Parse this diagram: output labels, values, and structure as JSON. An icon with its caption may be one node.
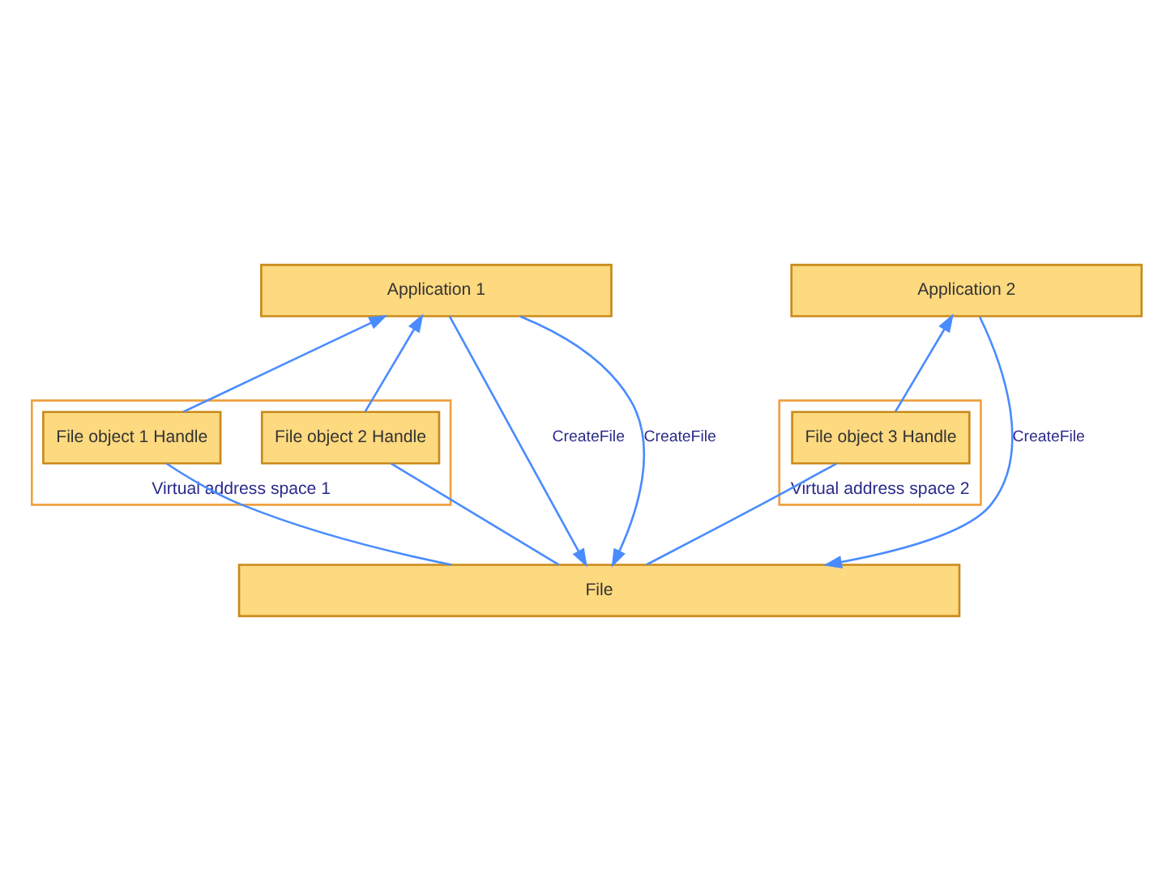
{
  "diagram": {
    "nodes": [
      {
        "text": [
          "Application 1"
        ]
      },
      {
        "text": [
          "Application 2"
        ]
      },
      {
        "text": [
          "Virtual address space 1"
        ]
      },
      {
        "text": [
          "File object 1 Handle"
        ],
        "in": 2
      },
      {
        "text": [
          "File object 2 Handle"
        ],
        "in": 2
      },
      {
        "text": [
          "Virtual address space 2"
        ]
      },
      {
        "text": [
          "File object 3 Handle"
        ],
        "in": 5
      },
      {
        "text": [
          "File"
        ]
      }
    ],
    "edges": [
      {
        "from": 0,
        "to": 7,
        "arrow": "to",
        "label": "CreateFile"
      },
      {
        "from": 7,
        "to": 3,
        "arrow": "none"
      },
      {
        "from": 3,
        "to": 0,
        "arrow": "to"
      },
      {
        "from": 0,
        "to": 7,
        "arrow": "to",
        "label": "CreateFile"
      },
      {
        "from": 7,
        "to": 4,
        "arrow": "none"
      },
      {
        "from": 4,
        "to": 0,
        "arrow": "to"
      },
      {
        "from": 1,
        "to": 7,
        "arrow": "to",
        "label": "CreateFile"
      },
      {
        "from": 7,
        "to": 6,
        "arrow": "none"
      },
      {
        "from": 6,
        "to": 1,
        "arrow": "to"
      }
    ]
  }
}
